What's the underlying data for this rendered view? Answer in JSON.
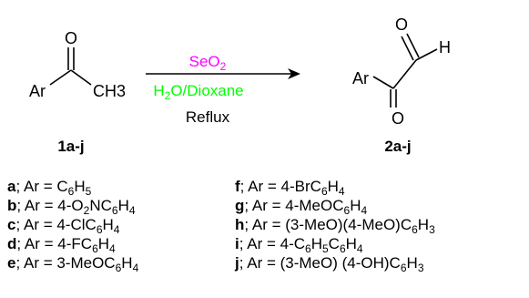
{
  "reaction": {
    "reagent": "SeO2",
    "reagent_color": "#ff00ff",
    "solvent": "H2O/Dioxane",
    "solvent_color": "#00ff00",
    "condition": "Reflux",
    "reactant_label": "1a-j",
    "product_label": "2a-j"
  },
  "reactant": {
    "o_atom": "O",
    "ar_group": "Ar",
    "methyl": "CH3"
  },
  "product": {
    "o_top": "O",
    "h_atom": "H",
    "ar_group": "Ar",
    "o_bottom": "O"
  },
  "substituents_left": [
    {
      "letter": "a",
      "parts": [
        [
          "; Ar = C",
          ""
        ],
        [
          "6",
          "sub"
        ],
        [
          "H",
          ""
        ],
        [
          "5",
          "sub"
        ]
      ]
    },
    {
      "letter": "b",
      "parts": [
        [
          "; Ar = 4-O",
          ""
        ],
        [
          "2",
          "sub"
        ],
        [
          "NC",
          ""
        ],
        [
          "6",
          "sub"
        ],
        [
          "H",
          ""
        ],
        [
          "4",
          "sub"
        ]
      ]
    },
    {
      "letter": "c",
      "parts": [
        [
          "; Ar = 4-ClC",
          ""
        ],
        [
          "6",
          "sub"
        ],
        [
          "H",
          ""
        ],
        [
          "4",
          "sub"
        ]
      ]
    },
    {
      "letter": "d",
      "parts": [
        [
          "; Ar = 4-FC",
          ""
        ],
        [
          "6",
          "sub"
        ],
        [
          "H",
          ""
        ],
        [
          "4",
          "sub"
        ]
      ]
    },
    {
      "letter": "e",
      "parts": [
        [
          "; Ar = 3-MeOC",
          ""
        ],
        [
          "6",
          "sub"
        ],
        [
          "H",
          ""
        ],
        [
          "4",
          "sub"
        ]
      ]
    }
  ],
  "substituents_right": [
    {
      "letter": "f",
      "parts": [
        [
          "; Ar = 4-BrC",
          ""
        ],
        [
          "6",
          "sub"
        ],
        [
          "H",
          ""
        ],
        [
          "4",
          "sub"
        ]
      ]
    },
    {
      "letter": "g",
      "parts": [
        [
          "; Ar = 4-MeOC",
          ""
        ],
        [
          "6",
          "sub"
        ],
        [
          "H",
          ""
        ],
        [
          "4",
          "sub"
        ]
      ]
    },
    {
      "letter": "h",
      "parts": [
        [
          "; Ar = (3-MeO)(4-MeO)C",
          ""
        ],
        [
          "6",
          "sub"
        ],
        [
          "H",
          ""
        ],
        [
          "3",
          "sub"
        ]
      ]
    },
    {
      "letter": "i",
      "parts": [
        [
          "; Ar = 4-C",
          ""
        ],
        [
          "6",
          "sub"
        ],
        [
          "H",
          ""
        ],
        [
          "5",
          "sub"
        ],
        [
          "C",
          ""
        ],
        [
          "6",
          "sub"
        ],
        [
          "H",
          ""
        ],
        [
          "4",
          "sub"
        ]
      ]
    },
    {
      "letter": "j",
      "parts": [
        [
          "; Ar = (3-MeO) (4-OH)C",
          ""
        ],
        [
          "6",
          "sub"
        ],
        [
          "H",
          ""
        ],
        [
          "3",
          "sub"
        ]
      ]
    }
  ]
}
